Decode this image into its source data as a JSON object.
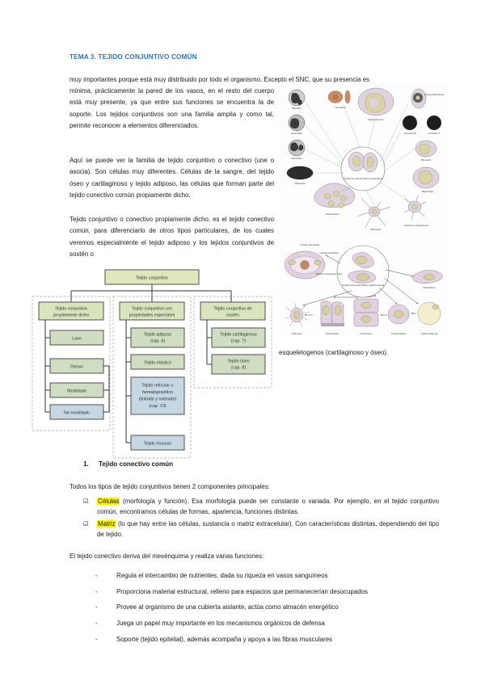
{
  "document": {
    "title": "TEMA 3. TEJIDO CONJUNTIVO COMÚN",
    "title_color": "#2e74b5"
  },
  "body": {
    "paragraph_1_full": "muy importantes porque está muy distribuido por todo el organismo. Excepto el SNC, que su presencia es",
    "paragraph_1_rest": "mínima, prácticamente la pared de los vasos, en el resto del cuerpo está muy presente, ya que entre sus funciones se encuentra la de soporte. Los tejidos conjuntivos son una familia amplia y como tal, permite reconocer a elementos diferenciados.",
    "paragraph_2": "Aquí se puede ver la familia de tejido conjuntivo o conectivo (une o asocia). Son células muy diferentes. Células de la sangre, del tejido óseo y cartilaginoso y tejido adiposo, las células que forman parte del tejido conectivo común propiamente dicho.",
    "paragraph_3": "Tejido conjuntivo o conectivo propiamente dicho, es el tejido conectivo común, para diferenciarlo de otros tipos particulares, de los cuales veremos especialmente el tejido adiposo y los tejidos conjuntivos de sostén o",
    "paragraph_3_continuation": "esqueletogenos (cartilaginoso y óseo)."
  },
  "section": {
    "number": "1.",
    "heading": "Tejido conectivo común",
    "intro": "Todos los tipos de tejido conjuntivos tienen 2 componentes principales:",
    "components": [
      {
        "marker": "☑",
        "highlight": "Células",
        "text": " (morfología y función). Esa morfología puede ser constante o variada. Por ejemplo, en el tejido conjuntivo común, encontramos células de formas, apariencia, funciones distintas."
      },
      {
        "marker": "☑",
        "highlight": "Matriz",
        "text": " (lo que hay entre las células, sustancia o matriz extracelular). Con características distintas, dependiendo del tipo de tejido."
      }
    ],
    "functions_intro": "El tejido conectivo deriva del mesénquima y realiza varias funciones:",
    "functions": [
      {
        "marker": "-",
        "text": "Regula el intercambio de nutrientes, dada su riqueza en vasos sanguíneos",
        "justify": false
      },
      {
        "marker": "-",
        "text": "Proporciona material estructural, relleno para espacios que permanecerían desocupados",
        "justify": true
      },
      {
        "marker": "-",
        "text": "Provee al organismo de una cubierta aislante, actúa como almacén energético",
        "justify": false
      },
      {
        "marker": "-",
        "text": "Juega un papel muy importante en los mecanismos orgánicos de defensa",
        "justify": false
      },
      {
        "marker": "-",
        "text": "Soporte (tejido epitelial), además acompaña y apoya a las fibras musculares",
        "justify": false
      }
    ]
  },
  "flowchart": {
    "colors": {
      "green_fill": "#d9e4bd",
      "green_fill_alt": "#cfdec0",
      "blue_fill": "#c5d7e3",
      "border": "#4f4f4f",
      "dashed": "#9aa3a8"
    },
    "root": "Tejido conjuntivo",
    "branches": [
      {
        "title": "Tejido conjuntivo propiamente dicho",
        "children": [
          {
            "label": "Laxo",
            "fill": "green"
          },
          {
            "label": "Denso",
            "fill": "green"
          },
          {
            "label": "Modelado",
            "fill": "green"
          },
          {
            "label": "No modelado",
            "fill": "blue"
          }
        ]
      },
      {
        "title": "Tejido conjuntivo con propiedades especiales",
        "children": [
          {
            "label": "Tejido adiposo (cap. 6)",
            "fill": "green"
          },
          {
            "label": "Tejido elástico",
            "fill": "green"
          },
          {
            "label": "Tejido reticular o hematopoyético (linfoide y mieloide) (cap. 13)",
            "fill": "blue"
          },
          {
            "label": "Tejido mucoso",
            "fill": "blue"
          }
        ]
      },
      {
        "title": "Tejido conjuntivo de sostén",
        "children": [
          {
            "label": "Tejido cartilaginoso (cap. 7)",
            "fill": "green"
          },
          {
            "label": "Tejido óseo (cap. 8)",
            "fill": "green"
          }
        ]
      }
    ]
  },
  "figures": {
    "hematopoietic": {
      "center_label": "Célula hematopoyética progenitora",
      "labels": [
        "Basófilo",
        "Eosinófilo",
        "Neutrófilo",
        "Mastocito",
        "Hematíes",
        "Megacariocito",
        "Osteoclasto",
        "Microglía",
        "Célula plasmática",
        "Linfocito B",
        "Linfocito T",
        "Monocito",
        "Macrófago",
        "Célula de Langerhans"
      ]
    },
    "mesenchymal": {
      "center_label": "Célula mesenquimática indiferenciada",
      "labels": [
        "Célula mesotelial",
        "Célula endotelial",
        "Fibras musculares lisas",
        "Fibroblasto",
        "Osteocito",
        "Osteoblasto",
        "Condrocito",
        "Condroblasto",
        "Célula adiposa"
      ]
    }
  }
}
